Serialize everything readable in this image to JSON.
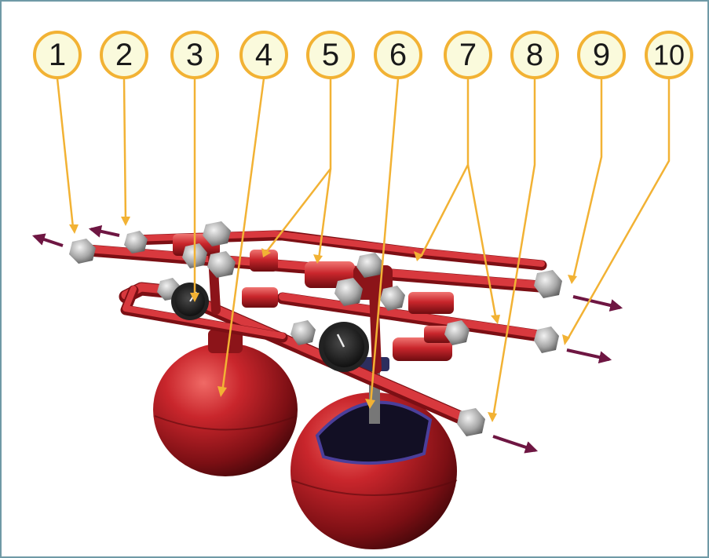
{
  "callouts": [
    {
      "number": "1"
    },
    {
      "number": "2"
    },
    {
      "number": "3"
    },
    {
      "number": "4"
    },
    {
      "number": "5"
    },
    {
      "number": "6"
    },
    {
      "number": "7"
    },
    {
      "number": "8"
    },
    {
      "number": "9"
    },
    {
      "number": "10"
    }
  ],
  "colors": {
    "frame_border": "#6f9aa6",
    "callout_fill": "#fafadc",
    "callout_stroke": "#f2b234",
    "leader_line": "#f2b234",
    "pipe_red": "#c9262c",
    "tank_red": "#b71c22",
    "nut_grey": "#b9b9b9",
    "gauge_dark": "#1c1c1c",
    "flow_arrow": "#6e1642"
  },
  "icons": {
    "flow_arrow": "arrow-icon",
    "gauge": "pressure-gauge-icon"
  }
}
